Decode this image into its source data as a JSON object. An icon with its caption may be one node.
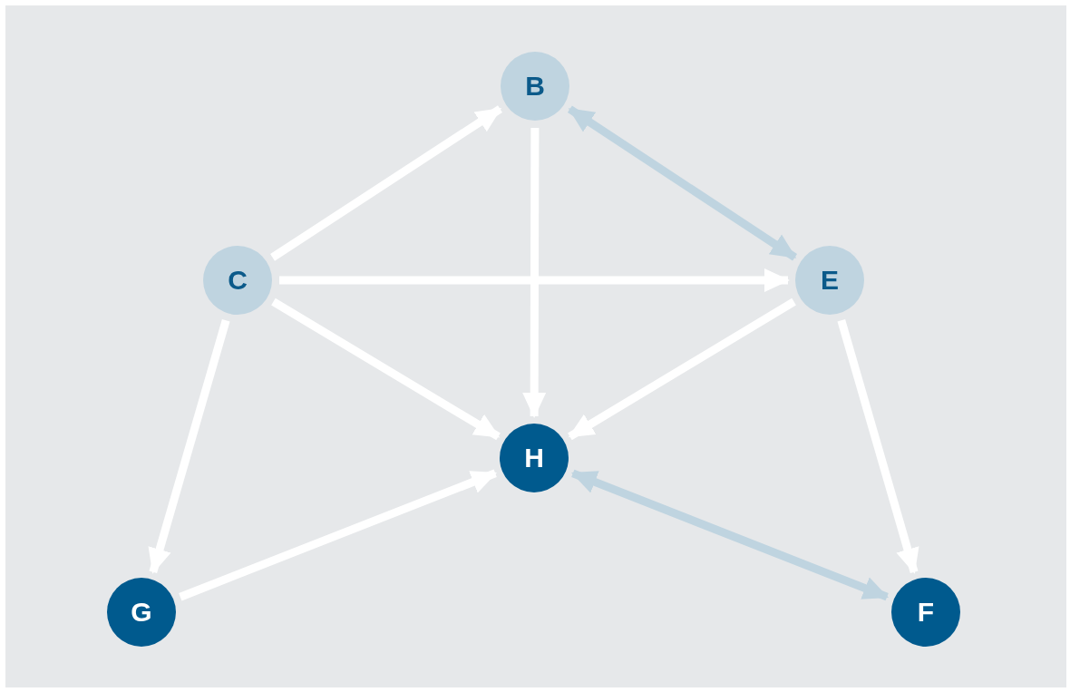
{
  "diagram": {
    "nodes": [
      {
        "text": [
          "B"
        ]
      },
      {
        "text": [
          "C"
        ]
      },
      {
        "text": [
          "E"
        ]
      },
      {
        "text": [
          "H"
        ]
      },
      {
        "text": [
          "G"
        ]
      },
      {
        "text": [
          "F"
        ]
      }
    ],
    "edges": [
      {
        "from": 1,
        "to": 0,
        "arrow": "to"
      },
      {
        "from": 0,
        "to": 3,
        "arrow": "to"
      },
      {
        "from": 0,
        "to": 2,
        "arrow": "both",
        "color": "#bfd4e0"
      },
      {
        "from": 1,
        "to": 2,
        "arrow": "to"
      },
      {
        "from": 1,
        "to": 3,
        "arrow": "to"
      },
      {
        "from": 1,
        "to": 4,
        "arrow": "to"
      },
      {
        "from": 2,
        "to": 3,
        "arrow": "to"
      },
      {
        "from": 2,
        "to": 5,
        "arrow": "to"
      },
      {
        "from": 4,
        "to": 3,
        "arrow": "to"
      },
      {
        "from": 3,
        "to": 5,
        "arrow": "both",
        "color": "#bfd4e0"
      }
    ]
  }
}
